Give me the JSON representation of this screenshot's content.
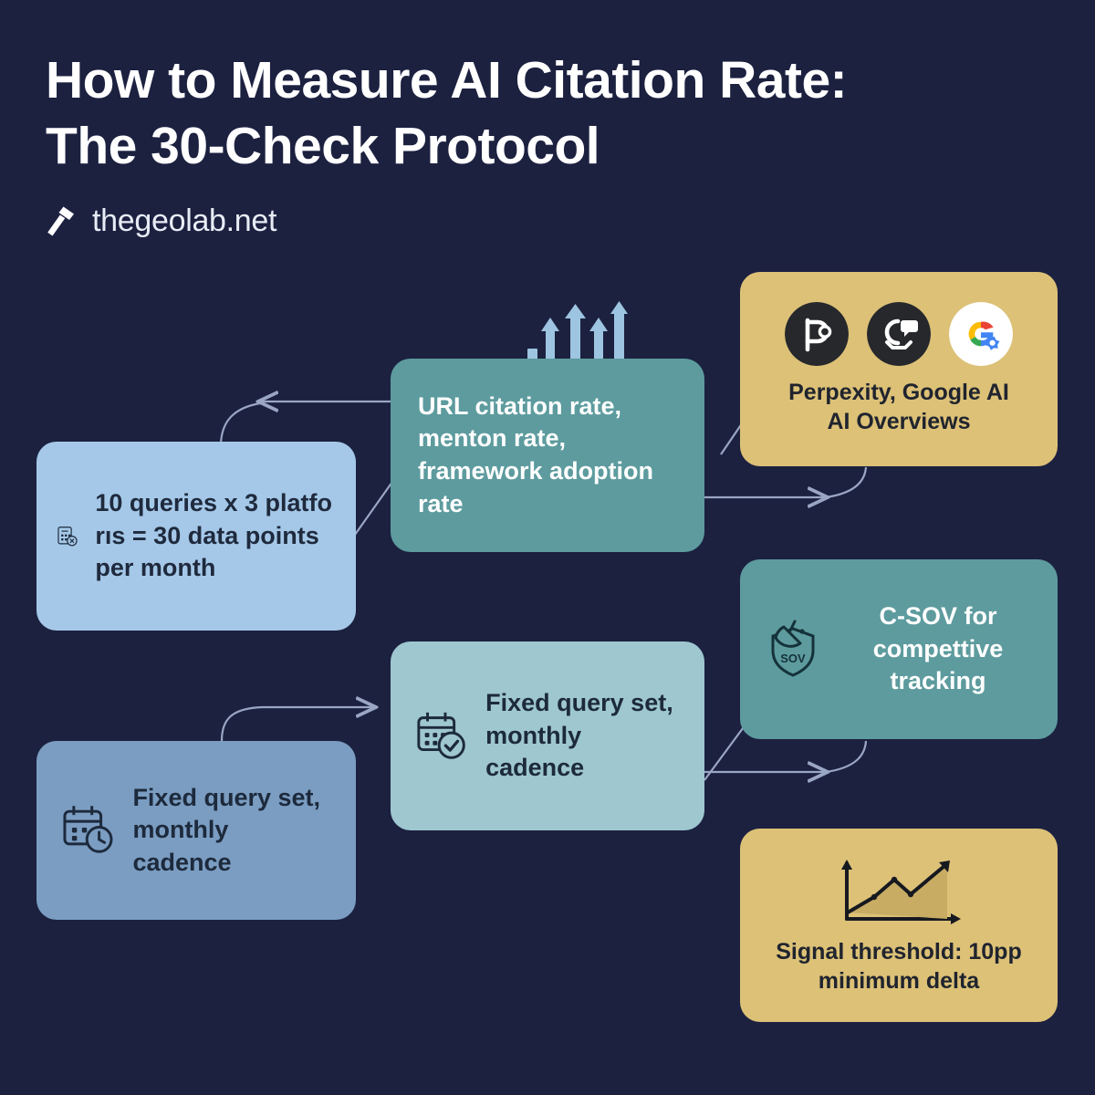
{
  "header": {
    "title_line1": "How to Measure AI Citation Rate:",
    "title_line2": "The 30-Check Protocol",
    "brand_name": "thegeolab.net",
    "brand_icon": "hammer-icon"
  },
  "palette": {
    "background": "#1c2140",
    "light_blue": "#a5c8e8",
    "steel_blue": "#7b9dc2",
    "teal": "#5d9b9e",
    "light_teal": "#9ec7cf",
    "sand": "#dcc177",
    "connector": "#9aa6c4",
    "text_dark": "#1d2a3c",
    "text_light": "#ffffff"
  },
  "nodes": [
    {
      "id": "queries",
      "text": "10 queries x 3 platfo rıs = 30 data points per month",
      "lines": [
        "10 queries x 3 platfo",
        "rıs = 30 data points",
        "per month"
      ],
      "icon": "calculator-x-icon",
      "color": "#a5c8e8"
    },
    {
      "id": "metrics",
      "text": "URL citation rate, menton rate, framework adoption rate",
      "lines": [
        "URL citation rate,",
        "menton rate,",
        "framework adoption",
        "rate"
      ],
      "icon": "rising-arrows-icon",
      "color": "#5d9b9e"
    },
    {
      "id": "platforms",
      "caption_lines": [
        "Perpexity, Google AI",
        "AI Overviews"
      ],
      "icons": [
        "perplexity-icon",
        "claude-chat-icon",
        "google-gemini-icon"
      ],
      "color": "#dcc177"
    },
    {
      "id": "cadence-left",
      "lines": [
        "Fixed query set,",
        "monthly cadence"
      ],
      "icon": "calendar-clock-icon",
      "color": "#7b9dc2"
    },
    {
      "id": "cadence-mid",
      "lines": [
        "Fixed query set,",
        "monthly cadence"
      ],
      "icon": "calendar-check-icon",
      "color": "#9ec7cf"
    },
    {
      "id": "csov",
      "lines": [
        "C-SOV for",
        "compettive tracking"
      ],
      "icon": "shield-satellite-sov-icon",
      "icon_label": "SOV",
      "color": "#5d9b9e"
    },
    {
      "id": "signal",
      "caption_lines": [
        "Signal threshold: 10pp",
        "minimum delta"
      ],
      "icon": "area-chart-up-icon",
      "color": "#dcc177"
    }
  ]
}
